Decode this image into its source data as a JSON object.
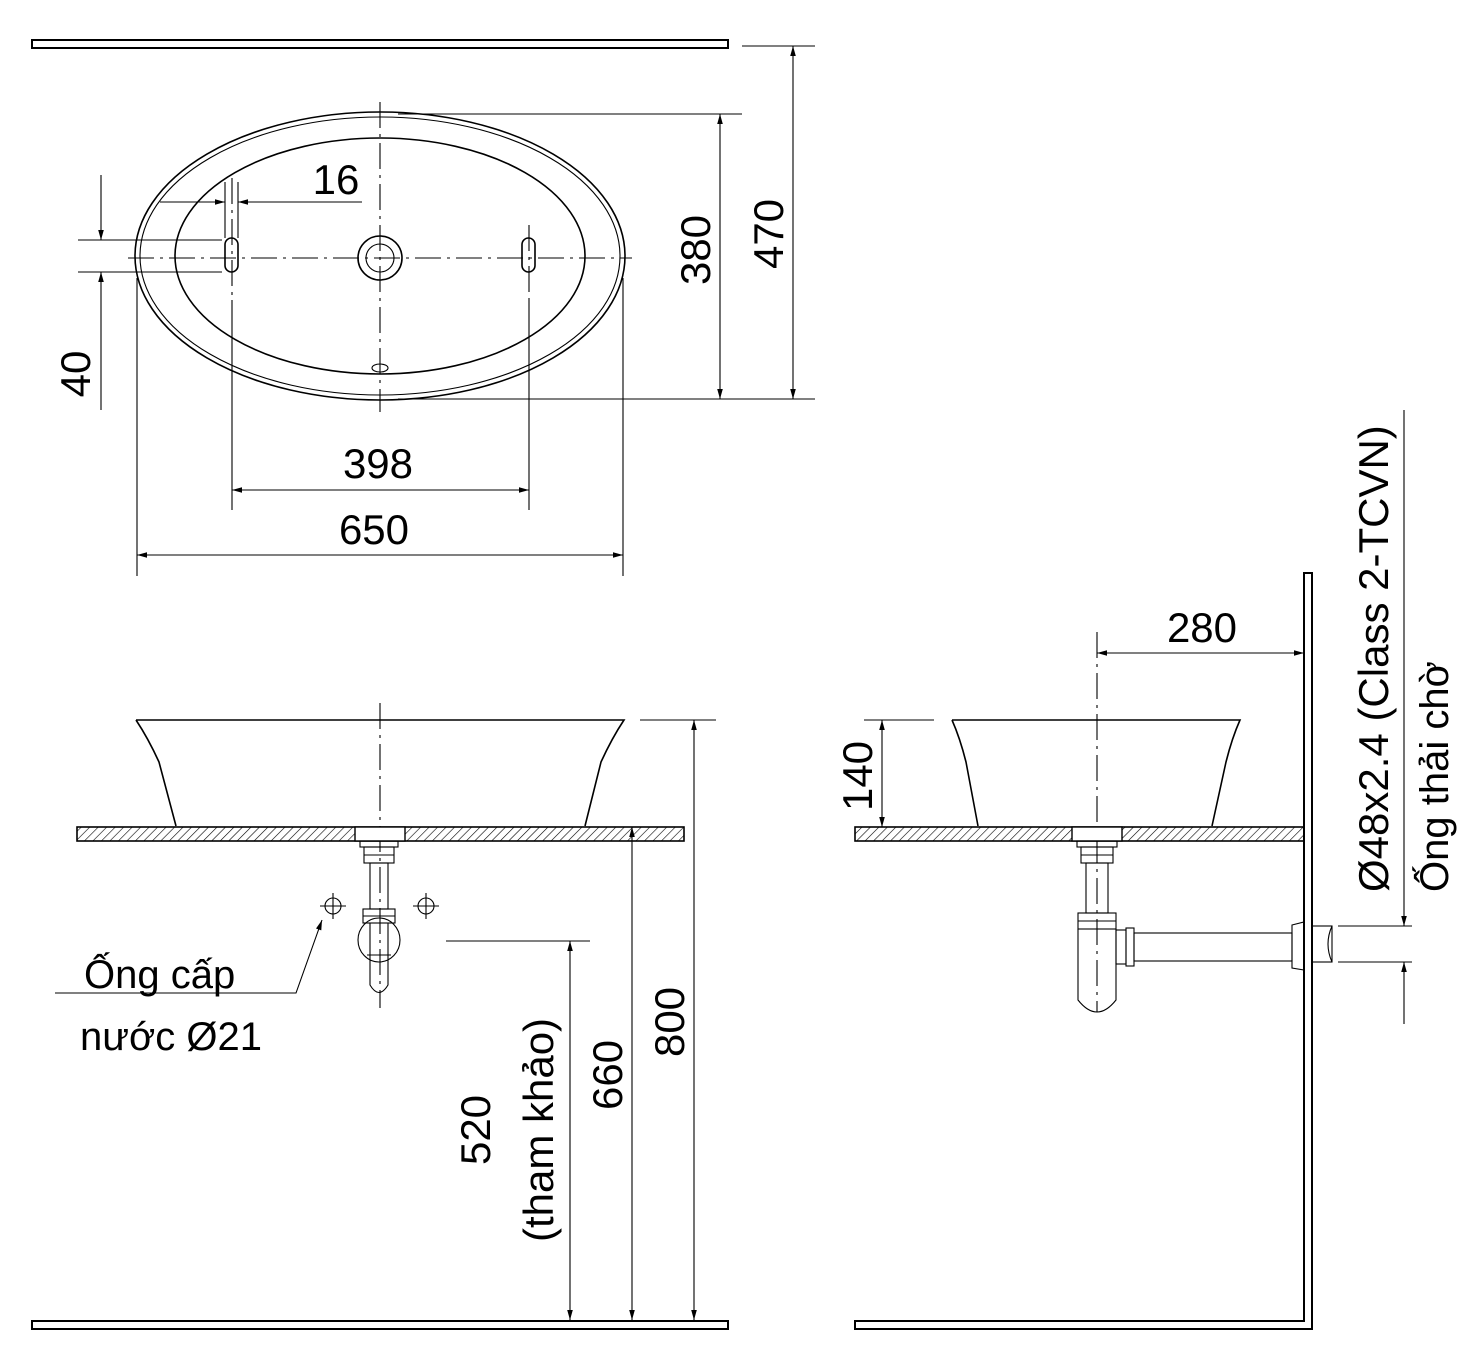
{
  "top_view": {
    "dim_hole_offset": "16",
    "dim_hole_size": "40",
    "dim_inner_length": "380",
    "dim_outer_length": "470",
    "dim_tap_spacing": "398",
    "dim_width": "650"
  },
  "front_view": {
    "supply_pipe_line1": "Ống cấp",
    "supply_pipe_line2": "nước Ø21",
    "dim_reference_line1": "520",
    "dim_reference_line2": "(tham khảo)",
    "dim_counter_height": "660",
    "dim_total_height": "800"
  },
  "side_view": {
    "dim_wall_offset": "280",
    "dim_basin_height": "140",
    "drain_spec": "Ø48x2.4 (Class 2-TCVN)",
    "drain_pipe_label": "Ống thải chờ"
  }
}
